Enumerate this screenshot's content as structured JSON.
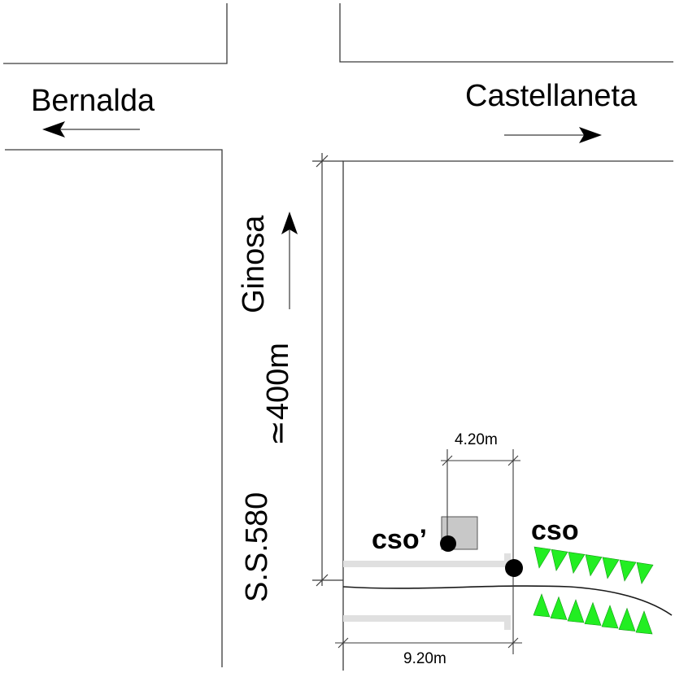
{
  "labels": {
    "bernalda": "Bernalda",
    "castellaneta": "Castellaneta",
    "ginosa": "Ginosa",
    "road": "S.S.580",
    "length": "≃400m",
    "dim_small": "4.20m",
    "dim_large": "9.20m",
    "cso_prime": "cso’",
    "cso": "cso"
  },
  "colors": {
    "line": "#3a3a3a",
    "channel": "#e0e0e0",
    "box": "#c8c8c8",
    "vegetation": "#22ee22",
    "point": "#000000"
  },
  "icons": [
    "arrow-left-icon",
    "arrow-right-icon",
    "arrow-up-icon",
    "vegetation-icon"
  ]
}
